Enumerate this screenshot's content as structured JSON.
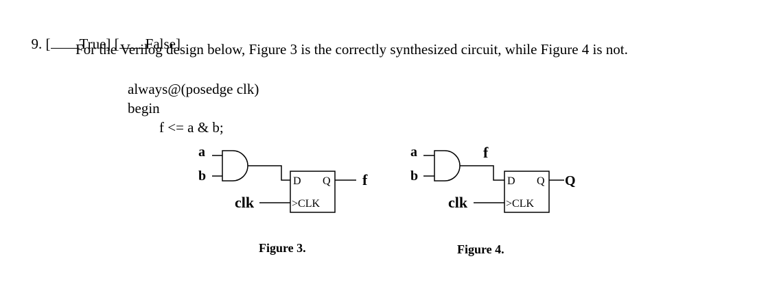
{
  "question": {
    "number": "9. [",
    "true_label": "True] [",
    "false_label": "False]",
    "statement": "For the Verilog design below, Figure 3 is the correctly synthesized circuit, while Figure 4 is not."
  },
  "code": {
    "line1": "always@(posedge clk)",
    "line2": "begin",
    "line3": "f <= a & b;"
  },
  "figure3": {
    "input_a": "a",
    "input_b": "b",
    "ff_d": "D",
    "ff_q": "Q",
    "ff_clk": ">CLK",
    "clk_label": "clk",
    "output": "f",
    "caption": "Figure 3."
  },
  "figure4": {
    "input_a": "a",
    "input_b": "b",
    "gate_out": "f",
    "ff_d": "D",
    "ff_q": "Q",
    "ff_clk": ">CLK",
    "clk_label": "clk",
    "output": "Q",
    "caption": "Figure 4."
  }
}
